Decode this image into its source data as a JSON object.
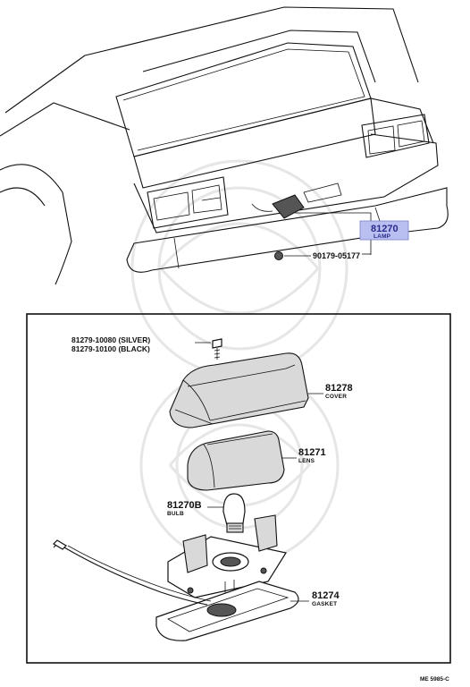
{
  "top_view": {
    "lamp_assembly": {
      "number": "81270",
      "name": "LAMP",
      "highlight": "#b9bff0"
    },
    "screw": {
      "number": "90179-05177"
    }
  },
  "exploded_view": {
    "screw_silver": "81279-10080 (SILVER)",
    "screw_black": "81279-10100 (BLACK)",
    "cover": {
      "number": "81278",
      "name": "COVER"
    },
    "lens": {
      "number": "81271",
      "name": "LENS"
    },
    "bulb": {
      "number": "81270B",
      "name": "BULB"
    },
    "gasket": {
      "number": "81274",
      "name": "GASKET"
    }
  },
  "footer": {
    "code": "ME 5985-C"
  }
}
